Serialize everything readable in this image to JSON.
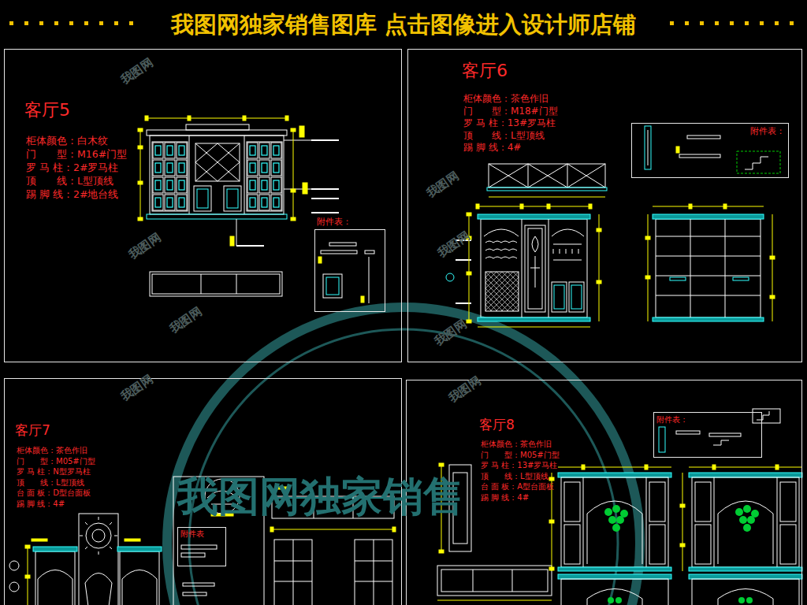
{
  "diagram": {
    "title": "我图网独家销售图库 点击图像进入设计师店铺",
    "nodes": [
      {
        "text": [
          "客厅5",
          "柜体颜色：白木纹",
          "门　　型：M16#门型",
          "罗 马 柱：2#罗马柱",
          "顶　　线：L型顶线",
          "踢 脚 线：2#地台线"
        ]
      },
      {
        "text": [
          "附件表："
        ],
        "in": 0
      },
      {
        "text": [
          "客厅6",
          "柜体颜色：茶色作旧",
          "门　　型：M18#门型",
          "罗 马 柱：13#罗马柱",
          "顶　　线：L型顶线",
          "踢 脚 线：4#"
        ]
      },
      {
        "text": [
          "附件表："
        ],
        "in": 2
      },
      {
        "text": [
          "客厅7",
          "柜体颜色：茶色作旧",
          "门　　型：M05#门型",
          "罗 马 柱：N型罗马柱",
          "顶　　线：L型顶线",
          "台 面 板：D型台面板",
          "踢 脚 线：4#"
        ]
      },
      {
        "text": [
          "附件表"
        ],
        "in": 4
      },
      {
        "text": [
          "客厅8",
          "柜体颜色：茶色作旧",
          "门　　型：M05#门型",
          "罗 马 柱：13#罗马柱",
          "顶　　线：L型顶线",
          "台 面 板：A型台面板",
          "踢 脚 线：4#"
        ]
      },
      {
        "text": [
          "附件表："
        ],
        "in": 6
      }
    ],
    "labels": [
      "我图网独家销售",
      "我图网",
      "我图网",
      "我图网",
      "我图网",
      "我图网",
      "我图网",
      "我图网",
      "我图网"
    ]
  }
}
